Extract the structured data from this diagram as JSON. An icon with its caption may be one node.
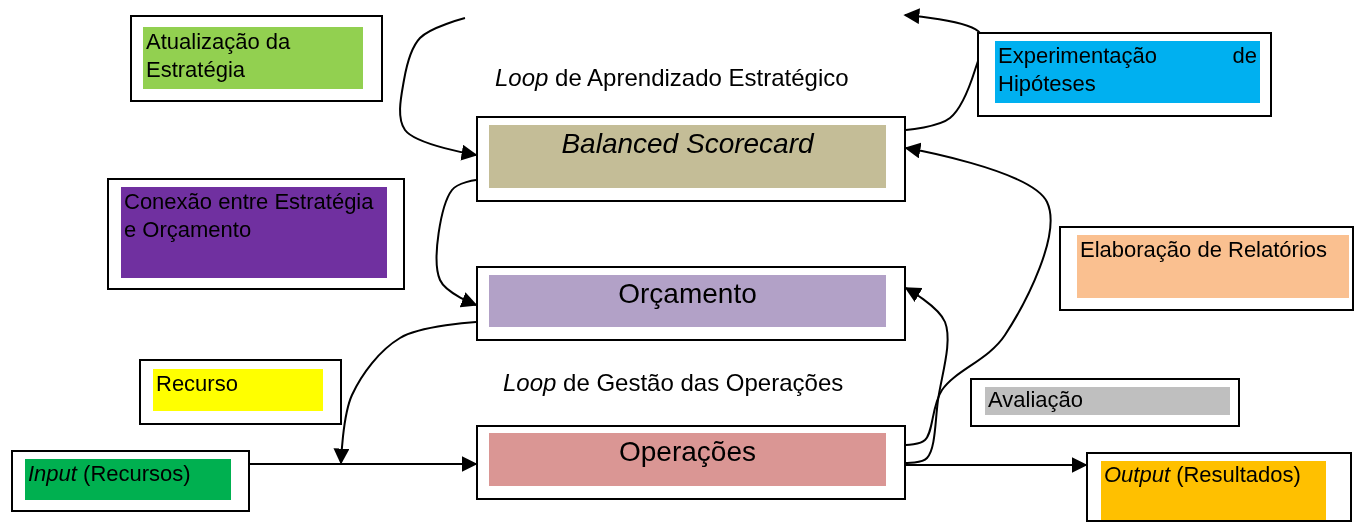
{
  "diagram": {
    "nodes": [
      {
        "text": [
          "Atualização da Estratégia"
        ]
      },
      {
        "text": [
          "Experimentação de Hipóteses"
        ]
      },
      {
        "text": [
          "Balanced Scorecard"
        ]
      },
      {
        "text": [
          "Conexão entre Estratégia e Orçamento"
        ]
      },
      {
        "text": [
          "Elaboração de Relatórios"
        ]
      },
      {
        "text": [
          "Orçamento"
        ]
      },
      {
        "text": [
          "Recurso"
        ]
      },
      {
        "text": [
          "Avaliação"
        ]
      },
      {
        "text": [
          "*Input* (Recursos)"
        ]
      },
      {
        "text": [
          "Operações"
        ]
      },
      {
        "text": [
          "*Output* (Resultados)"
        ]
      }
    ],
    "edges": [
      {
        "from": 8,
        "to": 9,
        "arrow": "to"
      },
      {
        "from": 5,
        "to": null,
        "arrow": "to"
      },
      {
        "from": 9,
        "to": 10,
        "arrow": "to"
      },
      {
        "from": 9,
        "to": 5,
        "arrow": "to"
      },
      {
        "from": 9,
        "to": 2,
        "arrow": "to"
      },
      {
        "from": 2,
        "to": null,
        "arrow": "to"
      },
      {
        "from": null,
        "to": 2,
        "arrow": "to"
      },
      {
        "from": 2,
        "to": 5,
        "arrow": "to"
      }
    ],
    "labels": [
      "*Loop* de Aprendizado Estratégico",
      "*Loop* de Gestão das Operações"
    ]
  }
}
